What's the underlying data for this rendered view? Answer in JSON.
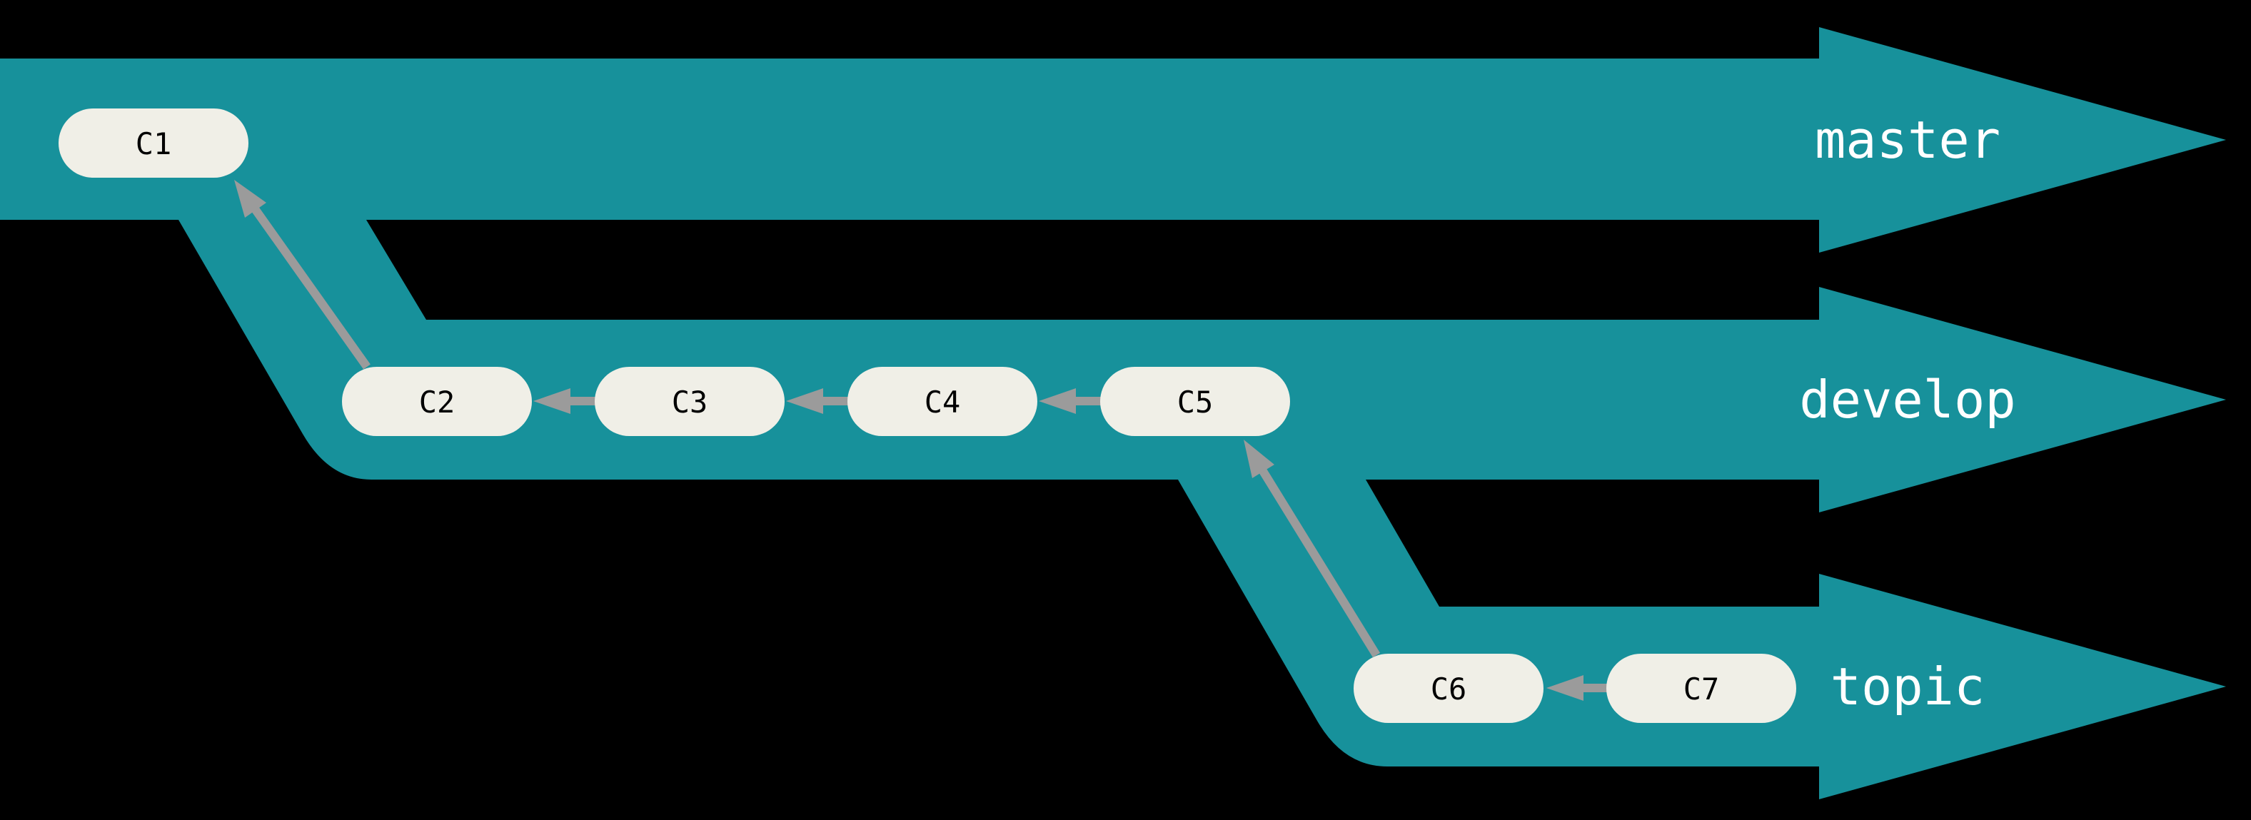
{
  "diagram": {
    "kind": "git-branch-workflow",
    "background": "#000000",
    "colors": {
      "branch_band": "#17919B",
      "commit_fill": "#F0EFE7",
      "commit_text": "#000000",
      "parent_arrow": "#9B9B9B",
      "branch_label_text": "#FFFFFF"
    },
    "branches": [
      {
        "name": "master",
        "row": 1
      },
      {
        "name": "develop",
        "row": 2
      },
      {
        "name": "topic",
        "row": 3
      }
    ],
    "commits": [
      {
        "label": "C1",
        "branch": "master"
      },
      {
        "label": "C2",
        "branch": "develop"
      },
      {
        "label": "C3",
        "branch": "develop"
      },
      {
        "label": "C4",
        "branch": "develop"
      },
      {
        "label": "C5",
        "branch": "develop"
      },
      {
        "label": "C6",
        "branch": "topic"
      },
      {
        "label": "C7",
        "branch": "topic"
      }
    ],
    "parent_edges": [
      {
        "from": "C2",
        "to": "C1"
      },
      {
        "from": "C3",
        "to": "C2"
      },
      {
        "from": "C4",
        "to": "C3"
      },
      {
        "from": "C5",
        "to": "C4"
      },
      {
        "from": "C6",
        "to": "C5"
      },
      {
        "from": "C7",
        "to": "C6"
      }
    ]
  }
}
